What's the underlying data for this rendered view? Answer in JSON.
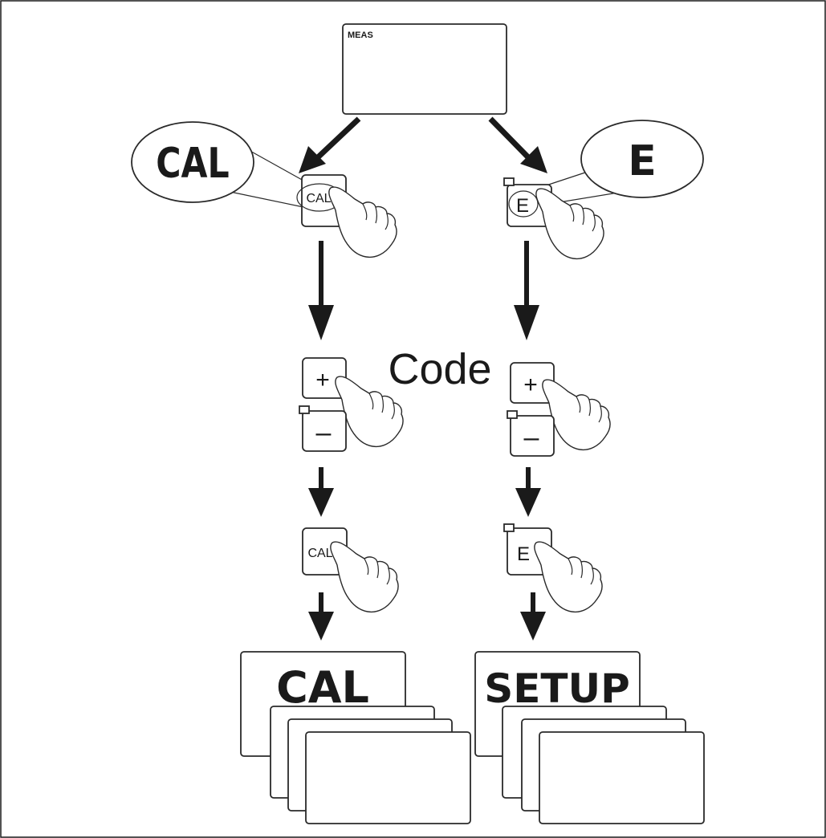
{
  "display": {
    "label": "MEAS"
  },
  "callouts": {
    "cal": "CAL",
    "e": "E"
  },
  "keys": {
    "cal": "CAL",
    "e": "E",
    "plus": "+",
    "minus": "–"
  },
  "code_label": "Code",
  "result_screens": {
    "cal": "CAL",
    "setup": "SETUP"
  }
}
